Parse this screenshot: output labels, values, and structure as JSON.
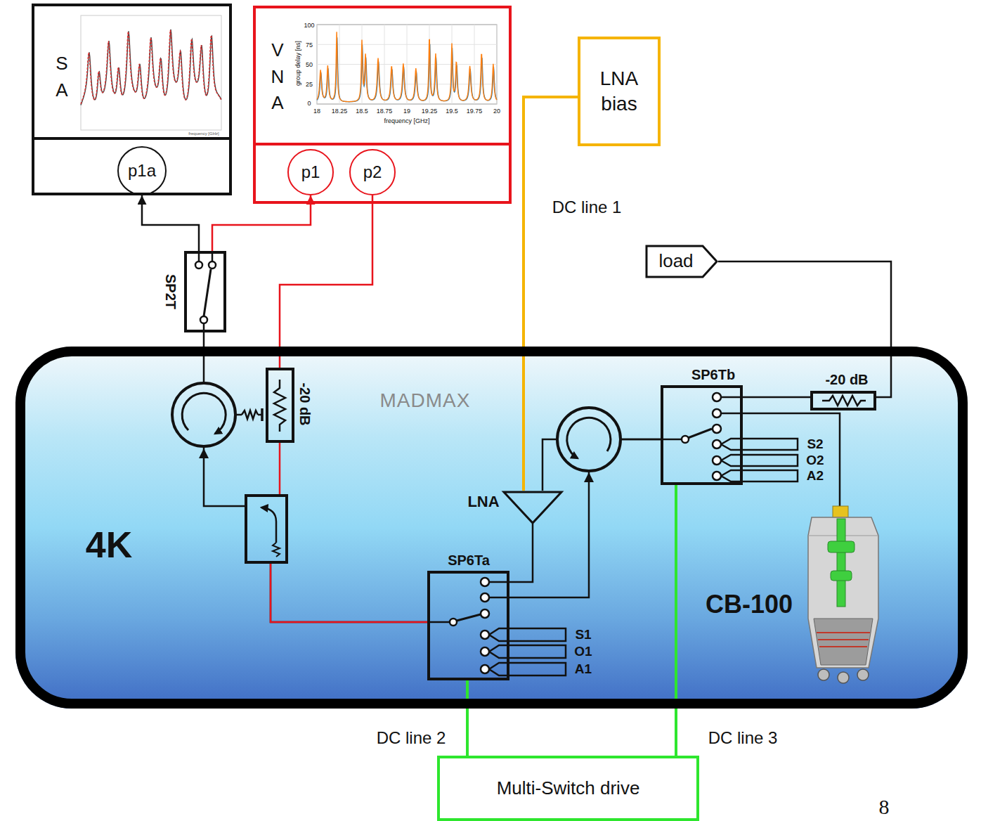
{
  "diagram": {
    "nodes": [
      {
        "text": [
          "S A"
        ]
      },
      {
        "text": [
          "p1a"
        ],
        "in": 0
      },
      {
        "text": [
          "V N A"
        ]
      },
      {
        "text": [
          "p1"
        ],
        "in": 2
      },
      {
        "text": [
          "p2"
        ],
        "in": 2
      },
      {
        "text": [
          "LNA bias"
        ]
      },
      {
        "text": [
          "SP2T"
        ]
      },
      {
        "text": [
          "load"
        ]
      },
      {
        "text": [
          "4K"
        ]
      },
      {
        "text": [
          "LNA"
        ],
        "in": 8
      },
      {
        "text": [
          "SP6Tb"
        ],
        "in": 8
      },
      {
        "text": [
          "SP6Ta"
        ],
        "in": 8
      },
      {
        "text": [
          "Multi-Switch drive"
        ]
      }
    ],
    "edges": [
      {
        "from": 6,
        "to": 1,
        "arrow": "to"
      },
      {
        "from": 6,
        "to": 3,
        "arrow": "to"
      },
      {
        "from": 5,
        "to": 9,
        "label": "DC line 1",
        "arrow": "none"
      },
      {
        "from": 12,
        "to": 11,
        "label": "DC line 2",
        "arrow": "none"
      },
      {
        "from": 12,
        "to": 10,
        "label": "DC line 3",
        "arrow": "none"
      },
      {
        "from": 11,
        "to": 9,
        "arrow": "none"
      },
      {
        "from": 11,
        "to": 10,
        "arrow": "none"
      },
      {
        "from": 10,
        "to": 9,
        "arrow": "none"
      },
      {
        "from": 10,
        "to": 7,
        "arrow": "none"
      },
      {
        "from": 4,
        "to": 11,
        "arrow": "none"
      },
      {
        "from": 11,
        "to": 6,
        "arrow": "none"
      }
    ],
    "labels": [
      "frequency [GHz]",
      "100",
      "75",
      "50",
      "25",
      "0",
      "group delay [ns]",
      "18",
      "18.25",
      "18.5",
      "18.75",
      "19",
      "19.25",
      "19.5",
      "19.75",
      "20",
      "frequency [GHz]",
      "-20 dB",
      "MADMAX",
      "-20 dB",
      "S2",
      "O2",
      "A2",
      "S1",
      "O1",
      "A1",
      "CB-100",
      "8"
    ]
  }
}
